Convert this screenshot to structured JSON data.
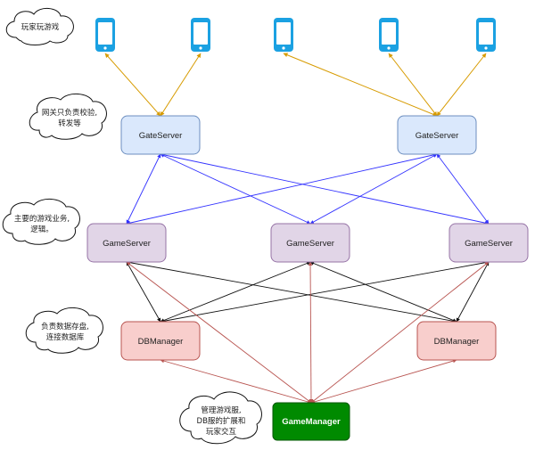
{
  "annotations": {
    "players": "玩家玩游戏",
    "gateway_line1": "网关只负责校验,",
    "gateway_line2": "转发等",
    "game_line1": "主要的游戏业务,",
    "game_line2": "逻辑。",
    "db_line1": "负责数据存盘,",
    "db_line2": "连接数据库",
    "manager_line1": "管理游戏服,",
    "manager_line2": "DB服的扩展和",
    "manager_line3": "玩家交互"
  },
  "nodes": {
    "gate_server_1": "GateServer",
    "gate_server_2": "GateServer",
    "game_server_1": "GameServer",
    "game_server_2": "GameServer",
    "game_server_3": "GameServer",
    "db_manager_1": "DBManager",
    "db_manager_2": "DBManager",
    "game_manager": "GameManager"
  },
  "icons": [
    "phone-icon",
    "phone-icon",
    "phone-icon",
    "phone-icon",
    "phone-icon"
  ],
  "colors": {
    "phone": "#1ba1e2",
    "gate_fill": "#dae8fc",
    "gate_stroke": "#6c8ebf",
    "game_fill": "#e1d5e7",
    "game_stroke": "#9673a6",
    "db_fill": "#f8cecc",
    "db_stroke": "#b85450",
    "manager_fill": "#008a00",
    "manager_stroke": "#005700",
    "edge_orange": "#d79b00",
    "edge_blue": "#3333ff",
    "edge_black": "#111111",
    "edge_red": "#b85450"
  }
}
